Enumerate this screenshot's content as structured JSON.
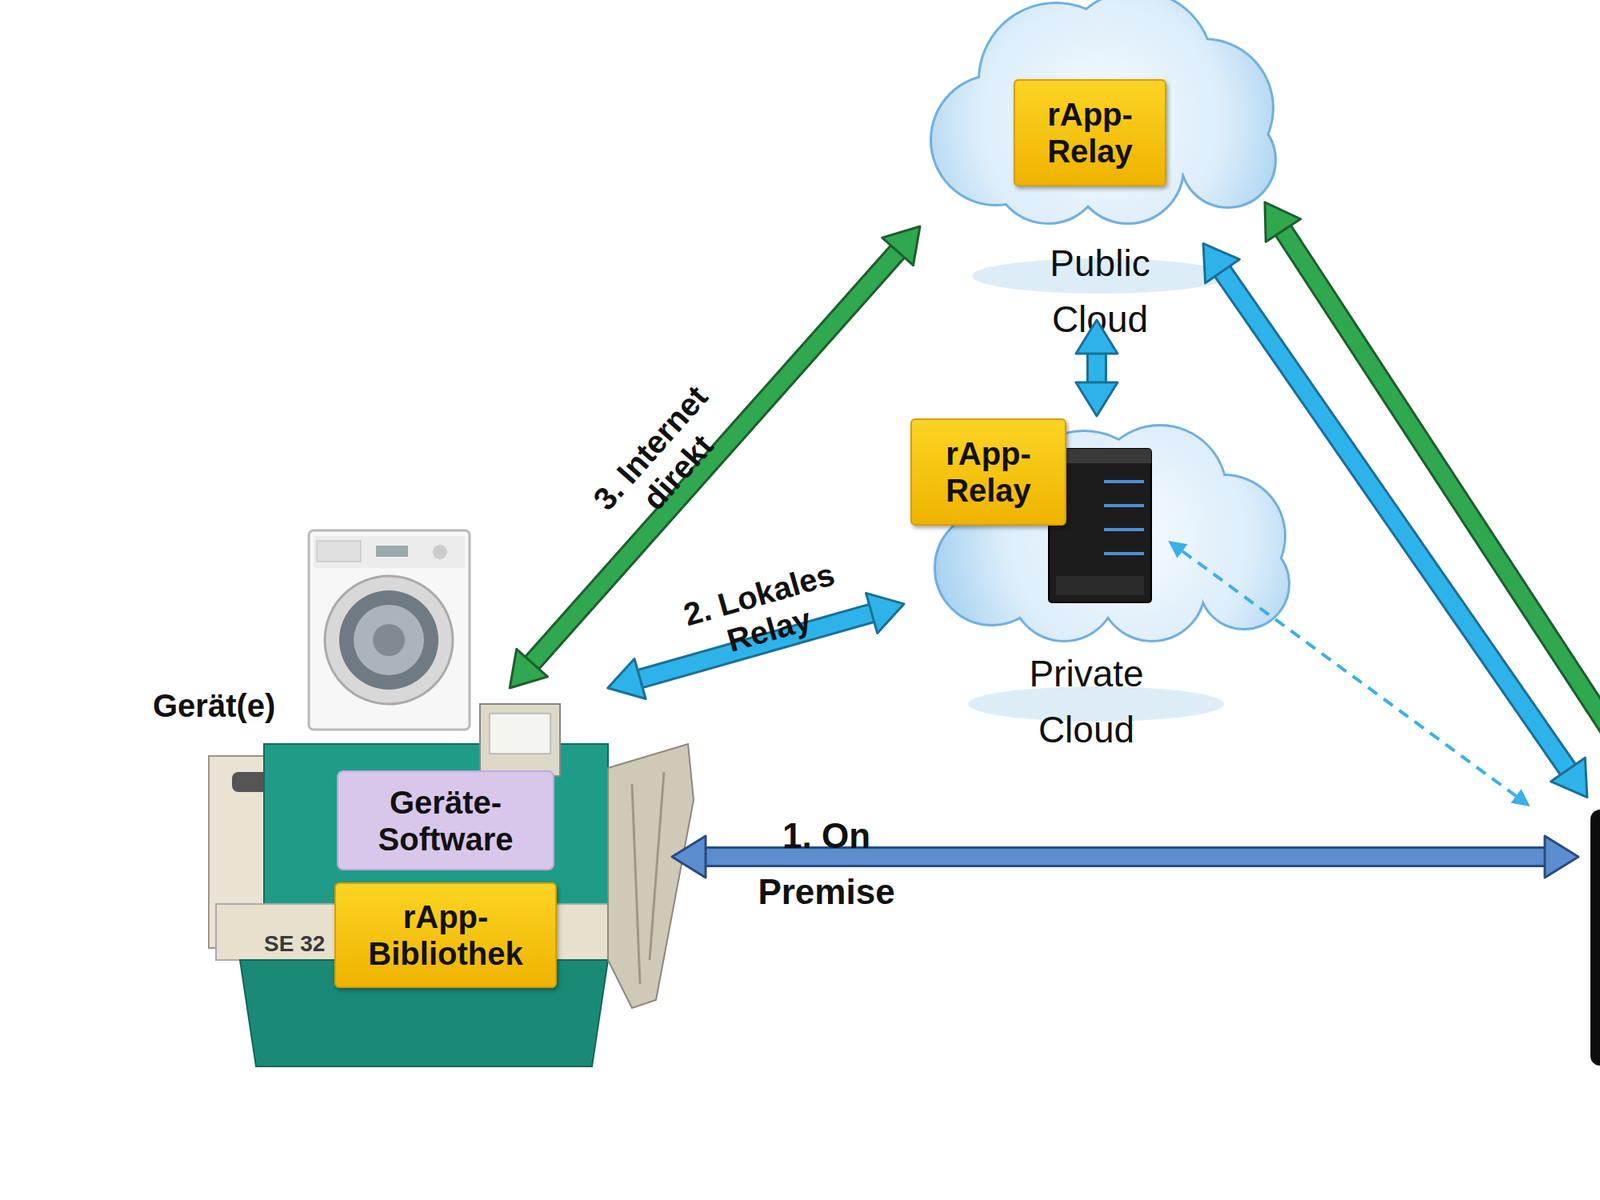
{
  "diagram": {
    "nodes": [
      {
        "text": [
          "Public Cloud"
        ]
      },
      {
        "text": [
          "rApp-Relay"
        ],
        "in": 0
      },
      {
        "text": [
          "Private Cloud"
        ]
      },
      {
        "text": [
          "rApp-Relay"
        ],
        "in": 2
      },
      {
        "text": [
          "Gerät(e)"
        ]
      },
      {
        "text": [
          "Geräte-Software"
        ],
        "in": 4
      },
      {
        "text": [
          "rApp-Bibliothek"
        ],
        "in": 4
      }
    ],
    "edges": [
      {
        "from": 4,
        "to": 0,
        "arrow": "both",
        "label": "3. Internet direkt"
      },
      {
        "from": 4,
        "to": 2,
        "arrow": "both",
        "label": "2. Lokales Relay"
      },
      {
        "from": 0,
        "to": 2,
        "arrow": "both"
      }
    ],
    "labels": [
      "1. On Premise",
      "SE 32"
    ]
  }
}
